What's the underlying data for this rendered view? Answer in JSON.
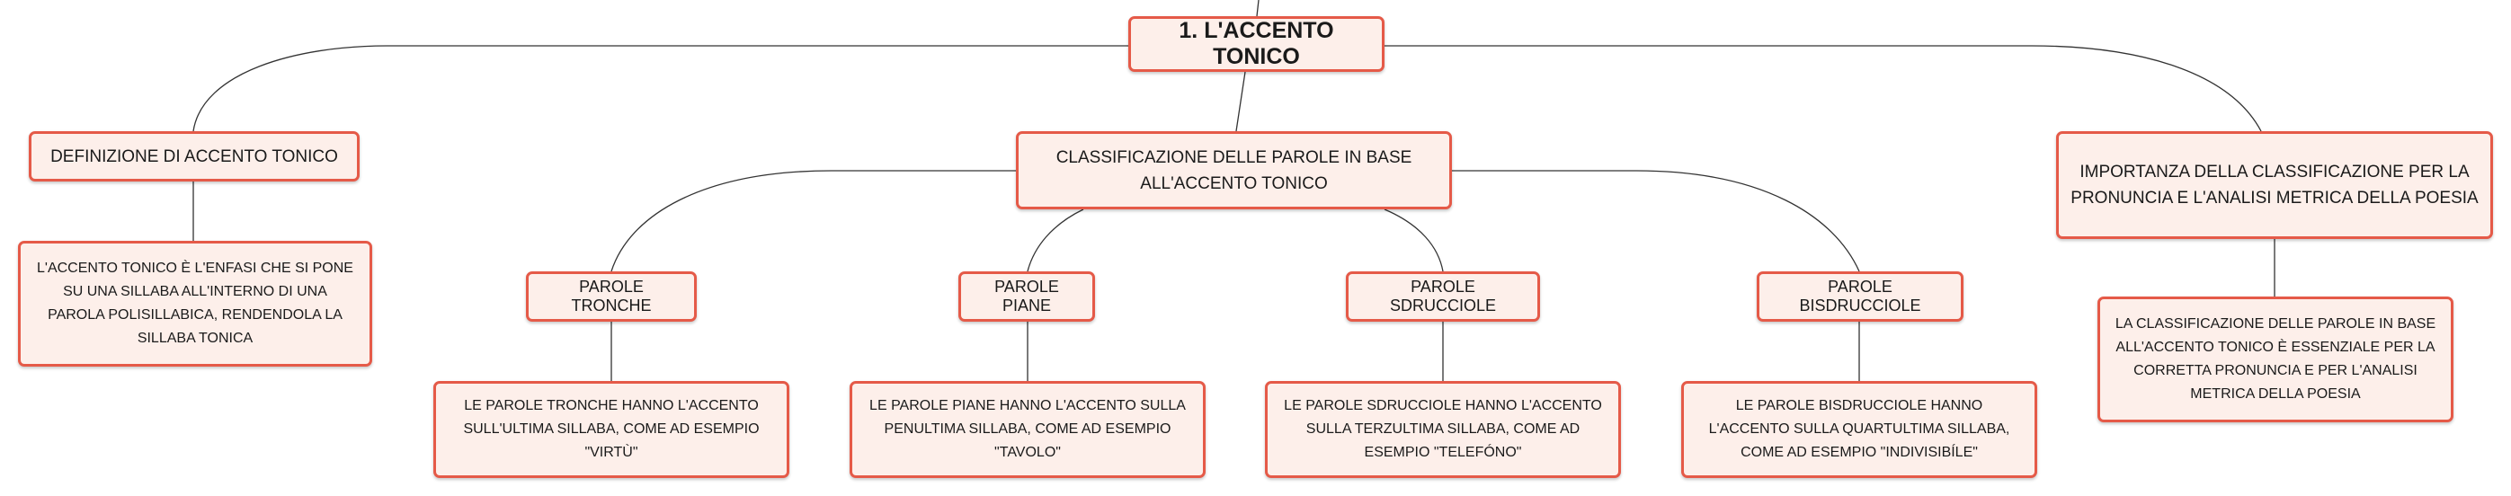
{
  "root": {
    "title": "1. L'ACCENTO TONICO"
  },
  "branches": {
    "definizione": {
      "title": "DEFINIZIONE DI ACCENTO TONICO",
      "detail": "L'ACCENTO TONICO È L'ENFASI CHE SI PONE SU UNA SILLABA ALL'INTERNO DI UNA PAROLA POLISILLABICA, RENDENDOLA LA SILLABA TONICA"
    },
    "classificazione": {
      "title": "CLASSIFICAZIONE DELLE PAROLE IN BASE ALL'ACCENTO TONICO",
      "types": [
        {
          "title": "PAROLE TRONCHE",
          "detail": "LE PAROLE TRONCHE HANNO L'ACCENTO SULL'ULTIMA SILLABA, COME AD ESEMPIO \"VIRTÙ\""
        },
        {
          "title": "PAROLE PIANE",
          "detail": "LE PAROLE PIANE HANNO L'ACCENTO SULLA PENULTIMA SILLABA, COME AD ESEMPIO \"TAVOLO\""
        },
        {
          "title": "PAROLE SDRUCCIOLE",
          "detail": "LE PAROLE SDRUCCIOLE HANNO L'ACCENTO SULLA TERZULTIMA SILLABA, COME AD ESEMPIO \"TELEFÓNO\""
        },
        {
          "title": "PAROLE BISDRUCCIOLE",
          "detail": "LE PAROLE BISDRUCCIOLE HANNO L'ACCENTO SULLA QUARTULTIMA SILLABA, COME AD ESEMPIO \"INDIVISIBÍLE\""
        }
      ]
    },
    "importanza": {
      "title": "IMPORTANZA DELLA CLASSIFICAZIONE PER LA PRONUNCIA E L'ANALISI METRICA DELLA POESIA",
      "detail": "LA CLASSIFICAZIONE DELLE PAROLE IN BASE ALL'ACCENTO TONICO È ESSENZIALE PER LA CORRETTA PRONUNCIA E PER L'ANALISI METRICA DELLA POESIA"
    }
  },
  "colors": {
    "border": "#e55a48",
    "fill": "#fdefea",
    "connector": "#333333"
  }
}
